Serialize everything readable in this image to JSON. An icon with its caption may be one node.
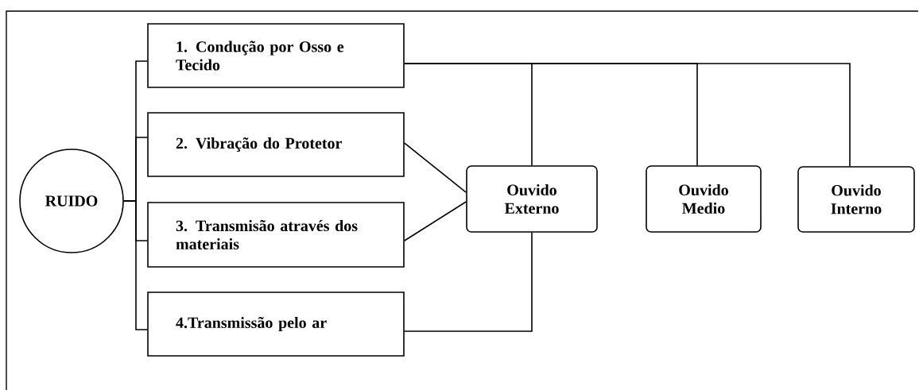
{
  "diagram": {
    "nodes": [
      {
        "text": [
          "RUIDO"
        ]
      },
      {
        "text": [
          "1. Condução por Osso e Tecido"
        ]
      },
      {
        "text": [
          "2. Vibração do Protetor"
        ]
      },
      {
        "text": [
          "3. Transmisão através dos materiais"
        ]
      },
      {
        "text": [
          "4.Transmissão pelo ar"
        ]
      },
      {
        "text": [
          "Ouvido Externo"
        ]
      },
      {
        "text": [
          "Ouvido Medio"
        ]
      },
      {
        "text": [
          "Ouvido Interno"
        ]
      }
    ],
    "edges": [
      {
        "from": 0,
        "to": 1,
        "arrow": "none"
      },
      {
        "from": 0,
        "to": 2,
        "arrow": "none"
      },
      {
        "from": 0,
        "to": 3,
        "arrow": "none"
      },
      {
        "from": 0,
        "to": 4,
        "arrow": "none"
      },
      {
        "from": 1,
        "to": 5,
        "arrow": "none"
      },
      {
        "from": 1,
        "to": 6,
        "arrow": "none"
      },
      {
        "from": 1,
        "to": 7,
        "arrow": "none"
      },
      {
        "from": 2,
        "to": 5,
        "arrow": "none"
      },
      {
        "from": 3,
        "to": 5,
        "arrow": "none"
      },
      {
        "from": 4,
        "to": 5,
        "arrow": "none"
      }
    ]
  }
}
